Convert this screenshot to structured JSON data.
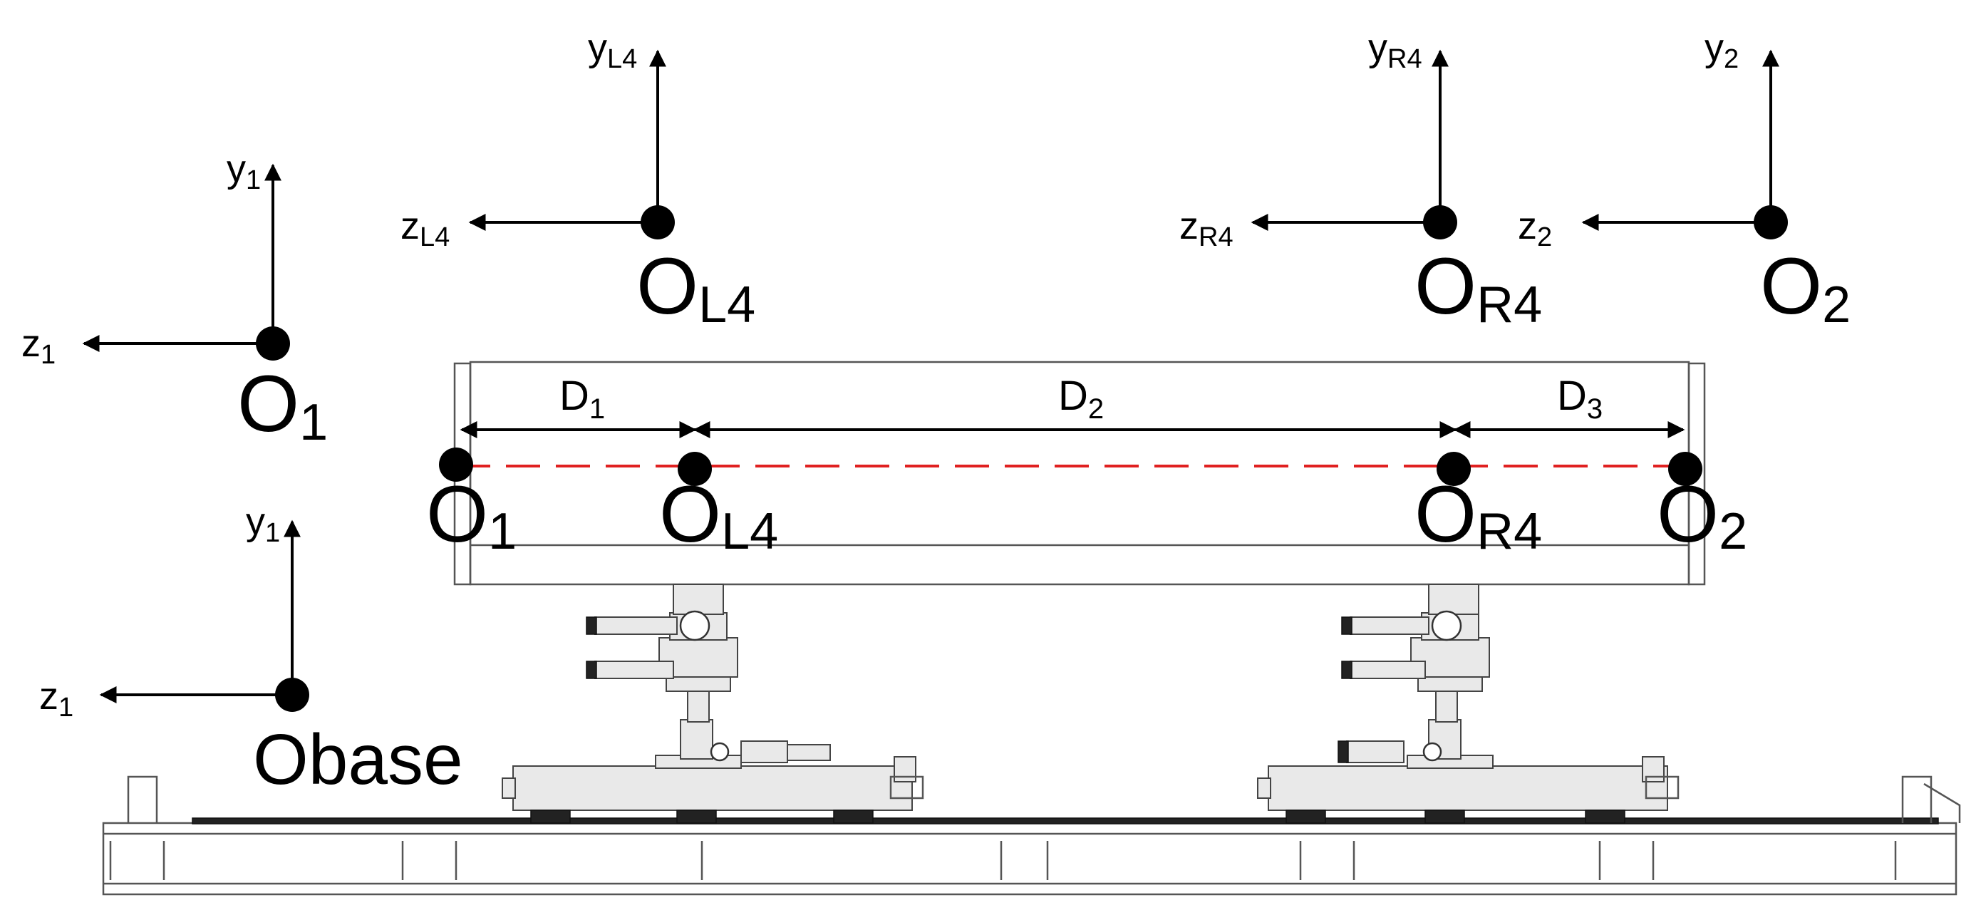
{
  "frames": {
    "o1_top": {
      "origin_main": "O",
      "origin_sub": "1",
      "y_main": "y",
      "y_sub": "1",
      "z_main": "z",
      "z_sub": "1"
    },
    "ol4_top": {
      "origin_main": "O",
      "origin_sub": "L4",
      "y_main": "y",
      "y_sub": "L4",
      "z_main": "z",
      "z_sub": "L4"
    },
    "or4_top": {
      "origin_main": "O",
      "origin_sub": "R4",
      "y_main": "y",
      "y_sub": "R4",
      "z_main": "z",
      "z_sub": "R4"
    },
    "o2_top": {
      "origin_main": "O",
      "origin_sub": "2",
      "y_main": "y",
      "y_sub": "2",
      "z_main": "z",
      "z_sub": "2"
    },
    "base": {
      "origin": "Obase",
      "y_main": "y",
      "y_sub": "1",
      "z_main": "z",
      "z_sub": "1"
    }
  },
  "beam_points": {
    "o1": {
      "main": "O",
      "sub": "1"
    },
    "ol4": {
      "main": "O",
      "sub": "L4"
    },
    "or4": {
      "main": "O",
      "sub": "R4"
    },
    "o2": {
      "main": "O",
      "sub": "2"
    }
  },
  "distances": {
    "d1": {
      "main": "D",
      "sub": "1"
    },
    "d2": {
      "main": "D",
      "sub": "2"
    },
    "d3": {
      "main": "D",
      "sub": "3"
    }
  },
  "colors": {
    "axis": "#000000",
    "centerline": "#e02020",
    "mechanism": "#555555"
  }
}
